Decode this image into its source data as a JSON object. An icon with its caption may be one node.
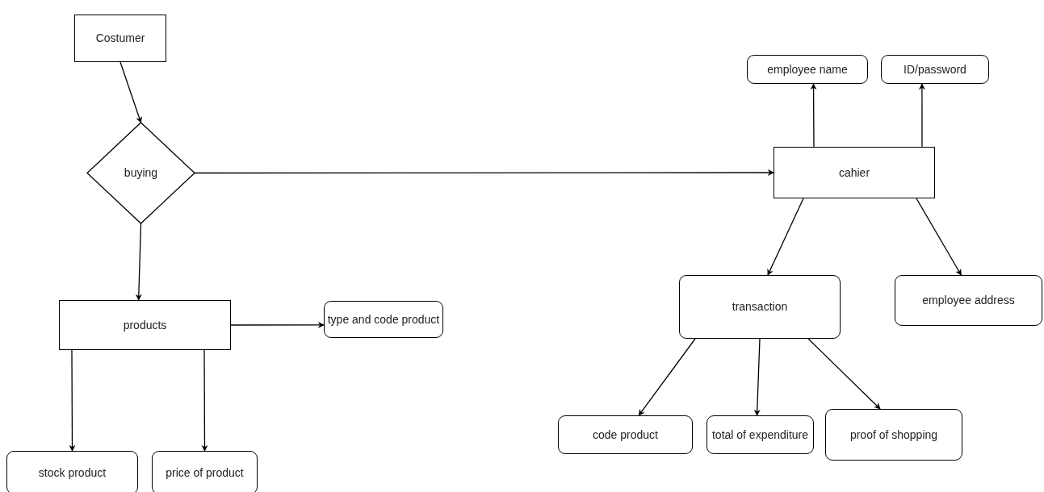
{
  "diagram": {
    "nodes": [
      {
        "text": [
          "Costumer"
        ]
      },
      {
        "text": [
          "buying"
        ]
      },
      {
        "text": [
          "products"
        ]
      },
      {
        "text": [
          "type and code product"
        ]
      },
      {
        "text": [
          "stock product"
        ]
      },
      {
        "text": [
          "price of product"
        ]
      },
      {
        "text": [
          "cahier"
        ]
      },
      {
        "text": [
          "employee name"
        ]
      },
      {
        "text": [
          "ID/password"
        ]
      },
      {
        "text": [
          "transaction"
        ]
      },
      {
        "text": [
          "employee address"
        ]
      },
      {
        "text": [
          "code product"
        ]
      },
      {
        "text": [
          "total of expenditure"
        ]
      },
      {
        "text": [
          "proof of shopping"
        ]
      }
    ],
    "edges": [
      {
        "from": 0,
        "to": 1,
        "arrow": "to"
      },
      {
        "from": 1,
        "to": 6,
        "arrow": "to"
      },
      {
        "from": 1,
        "to": 2,
        "arrow": "to"
      },
      {
        "from": 2,
        "to": 3,
        "arrow": "to"
      },
      {
        "from": 2,
        "to": 4,
        "arrow": "to"
      },
      {
        "from": 2,
        "to": 5,
        "arrow": "to"
      },
      {
        "from": 6,
        "to": 7,
        "arrow": "to"
      },
      {
        "from": 6,
        "to": 8,
        "arrow": "to"
      },
      {
        "from": 6,
        "to": 9,
        "arrow": "to"
      },
      {
        "from": 6,
        "to": 10,
        "arrow": "to"
      },
      {
        "from": 9,
        "to": 11,
        "arrow": "to"
      },
      {
        "from": 9,
        "to": 12,
        "arrow": "to"
      },
      {
        "from": 9,
        "to": 13,
        "arrow": "to"
      }
    ]
  }
}
